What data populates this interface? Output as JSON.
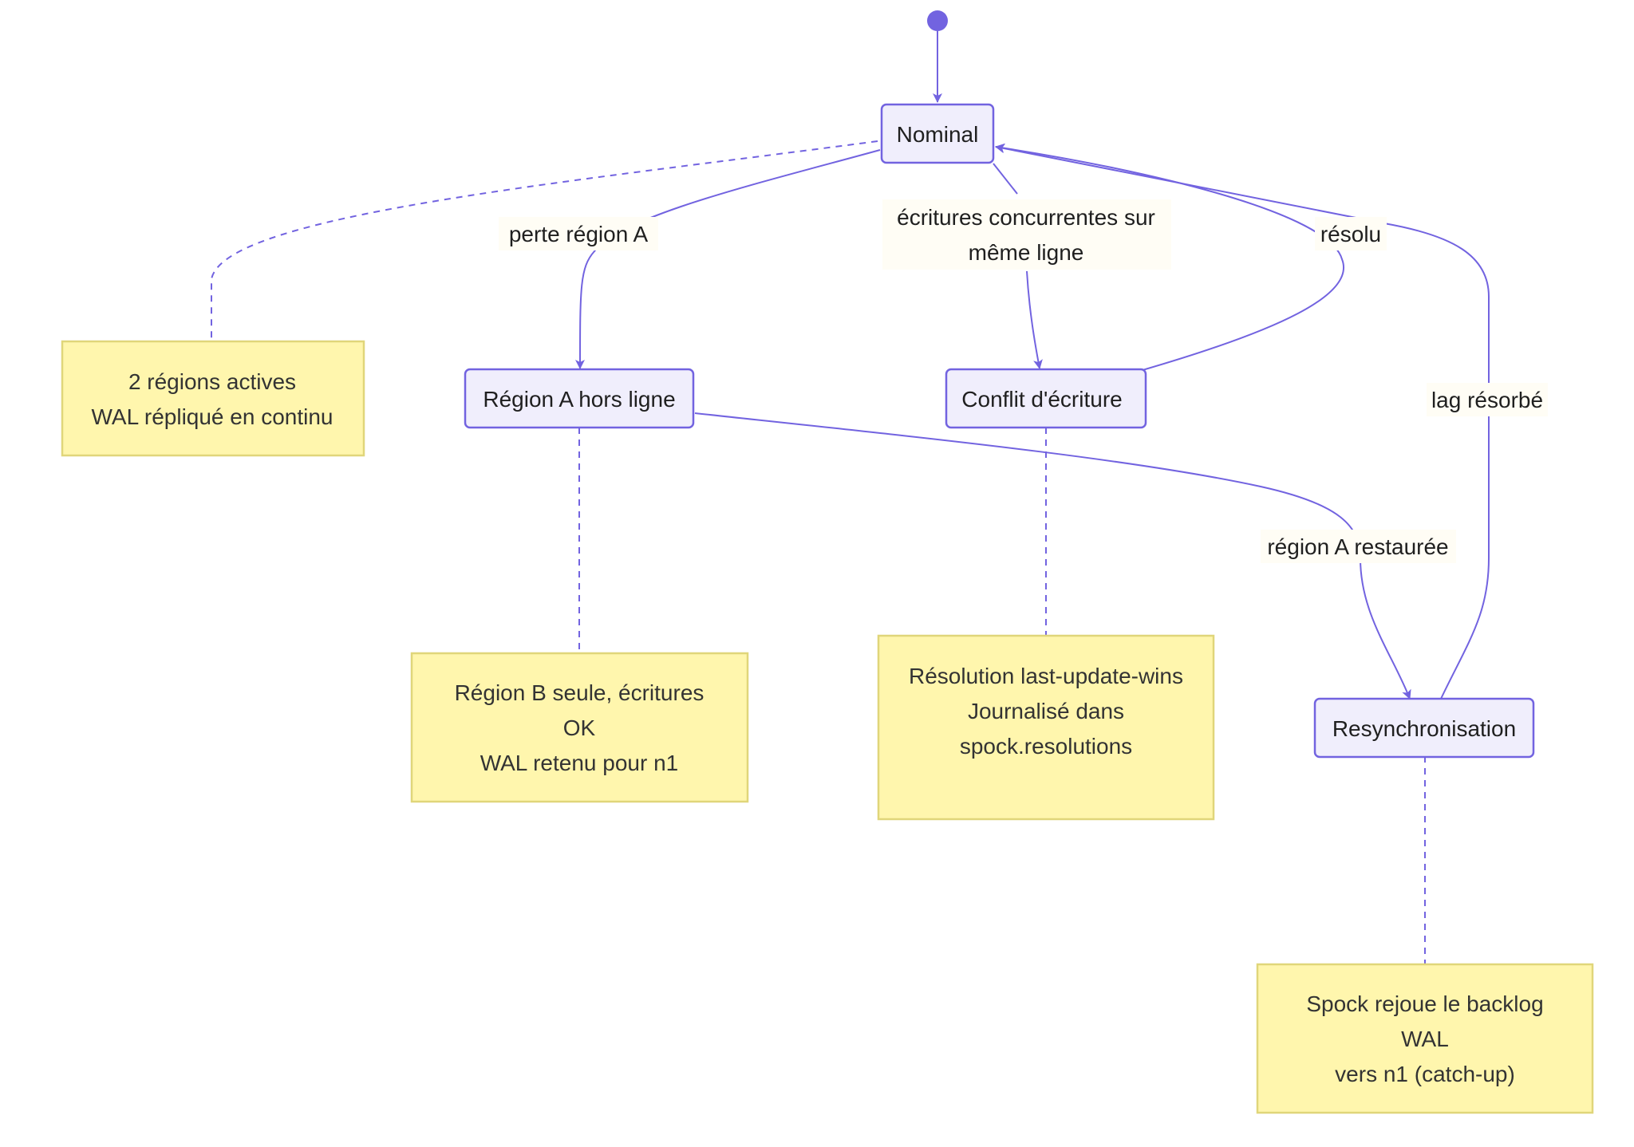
{
  "colors": {
    "state_fill": "#f0eefc",
    "state_stroke": "#7263e0",
    "edge": "#7263e0",
    "note_fill": "#fff6ad",
    "note_stroke": "#e0d67a",
    "label_bg": "#fffdf5"
  },
  "states": {
    "nominal": "Nominal",
    "region_a_offline": "Région A hors ligne",
    "write_conflict": "Conflit d'écriture",
    "resync": "Resynchronisation"
  },
  "transitions": {
    "loss_region_a": "perte région A",
    "concurrent_writes": [
      "écritures concurrentes sur",
      "même ligne"
    ],
    "resolved": "résolu",
    "lag_absorbed": "lag résorbé",
    "region_a_restored": "région A restaurée"
  },
  "notes": {
    "nominal": [
      "2 régions actives",
      "WAL répliqué en continu"
    ],
    "region_a_offline": [
      "Région B seule, écritures",
      "OK",
      "WAL retenu pour n1"
    ],
    "write_conflict": [
      "Résolution last-update-wins",
      "Journalisé dans",
      "spock.resolutions"
    ],
    "resync": [
      "Spock rejoue le backlog",
      "WAL",
      "vers n1 (catch-up)"
    ]
  }
}
